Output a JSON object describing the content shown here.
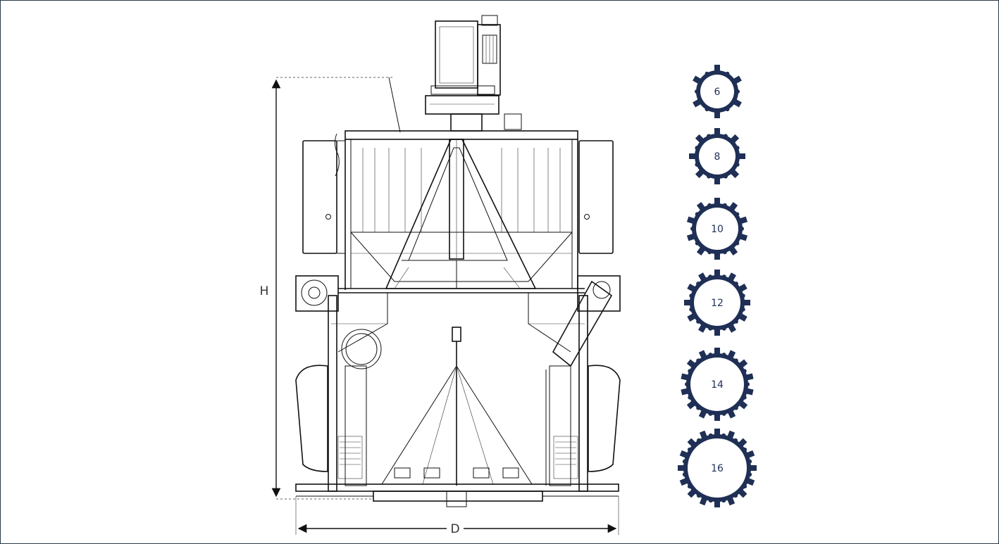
{
  "dimensions": {
    "height_label": "H",
    "width_label": "D"
  },
  "spout_configs": [
    {
      "label": "6",
      "spouts": 6
    },
    {
      "label": "8",
      "spouts": 8
    },
    {
      "label": "10",
      "spouts": 10
    },
    {
      "label": "12",
      "spouts": 12
    },
    {
      "label": "14",
      "spouts": 14
    },
    {
      "label": "16",
      "spouts": 16
    }
  ],
  "colors": {
    "spout_navy": "#1f2f55",
    "line": "#111111",
    "frame_border": "#2a3a4a"
  }
}
